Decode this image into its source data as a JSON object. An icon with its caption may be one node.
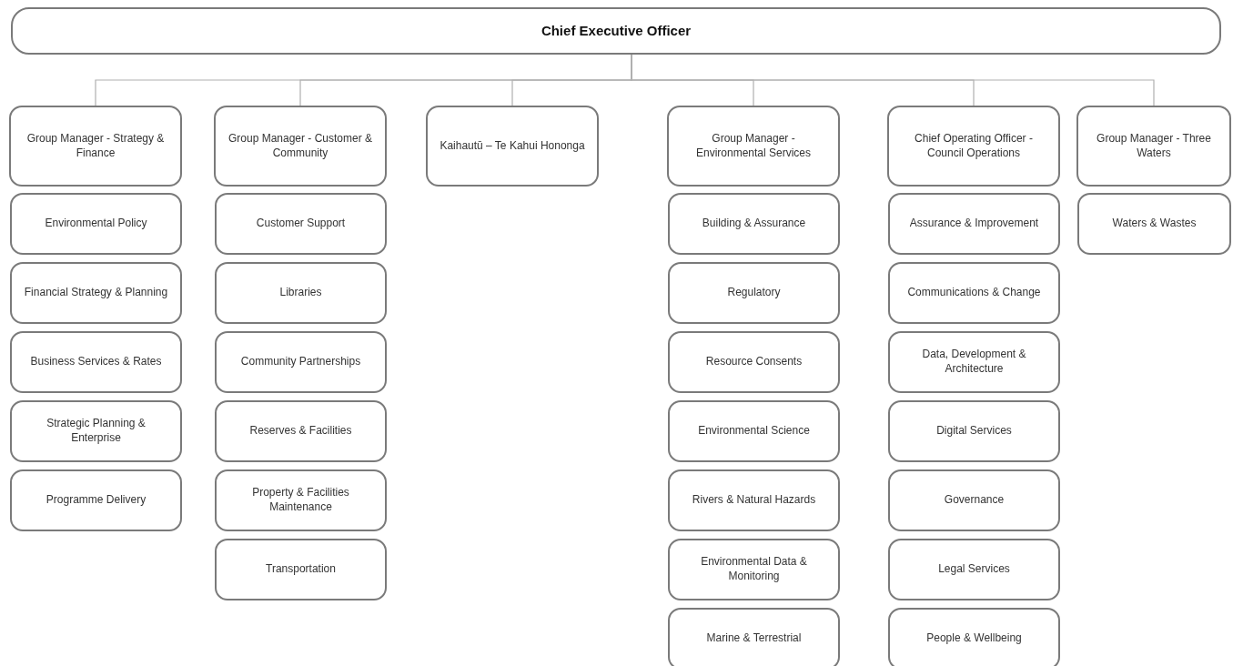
{
  "diagram": {
    "nodes": [
      {
        "text": [
          "Chief Executive Officer"
        ]
      },
      {
        "text": [
          "Group Manager - Strategy & Finance"
        ]
      },
      {
        "text": [
          "Environmental Policy"
        ]
      },
      {
        "text": [
          "Financial Strategy & Planning"
        ]
      },
      {
        "text": [
          "Business Services & Rates"
        ]
      },
      {
        "text": [
          "Strategic Planning & Enterprise"
        ]
      },
      {
        "text": [
          "Programme Delivery"
        ]
      },
      {
        "text": [
          "Group Manager - Customer & Community"
        ]
      },
      {
        "text": [
          "Customer Support"
        ]
      },
      {
        "text": [
          "Libraries"
        ]
      },
      {
        "text": [
          "Community Partnerships"
        ]
      },
      {
        "text": [
          "Reserves & Facilities"
        ]
      },
      {
        "text": [
          "Property & Facilities Maintenance"
        ]
      },
      {
        "text": [
          "Transportation"
        ]
      },
      {
        "text": [
          "Kaihautū – Te Kahui Hononga"
        ]
      },
      {
        "text": [
          "Group Manager - Environmental Services"
        ]
      },
      {
        "text": [
          "Building & Assurance"
        ]
      },
      {
        "text": [
          "Regulatory"
        ]
      },
      {
        "text": [
          "Resource Consents"
        ]
      },
      {
        "text": [
          "Environmental Science"
        ]
      },
      {
        "text": [
          "Rivers & Natural Hazards"
        ]
      },
      {
        "text": [
          "Environmental Data & Monitoring"
        ]
      },
      {
        "text": [
          "Marine & Terrestrial"
        ]
      },
      {
        "text": [
          "Chief Operating Officer - Council Operations"
        ]
      },
      {
        "text": [
          "Assurance & Improvement"
        ]
      },
      {
        "text": [
          "Communications & Change"
        ]
      },
      {
        "text": [
          "Data, Development & Architecture"
        ]
      },
      {
        "text": [
          "Digital Services"
        ]
      },
      {
        "text": [
          "Governance"
        ]
      },
      {
        "text": [
          "Legal Services"
        ]
      },
      {
        "text": [
          "People & Wellbeing"
        ]
      },
      {
        "text": [
          "Group Manager - Three Waters"
        ]
      },
      {
        "text": [
          "Waters & Wastes"
        ]
      }
    ],
    "edges": [
      {
        "from": 0,
        "to": 1,
        "arrow": "none"
      },
      {
        "from": 0,
        "to": 7,
        "arrow": "none"
      },
      {
        "from": 0,
        "to": 14,
        "arrow": "none"
      },
      {
        "from": 0,
        "to": 15,
        "arrow": "none"
      },
      {
        "from": 0,
        "to": 23,
        "arrow": "none"
      },
      {
        "from": 0,
        "to": 31,
        "arrow": "none"
      }
    ]
  }
}
